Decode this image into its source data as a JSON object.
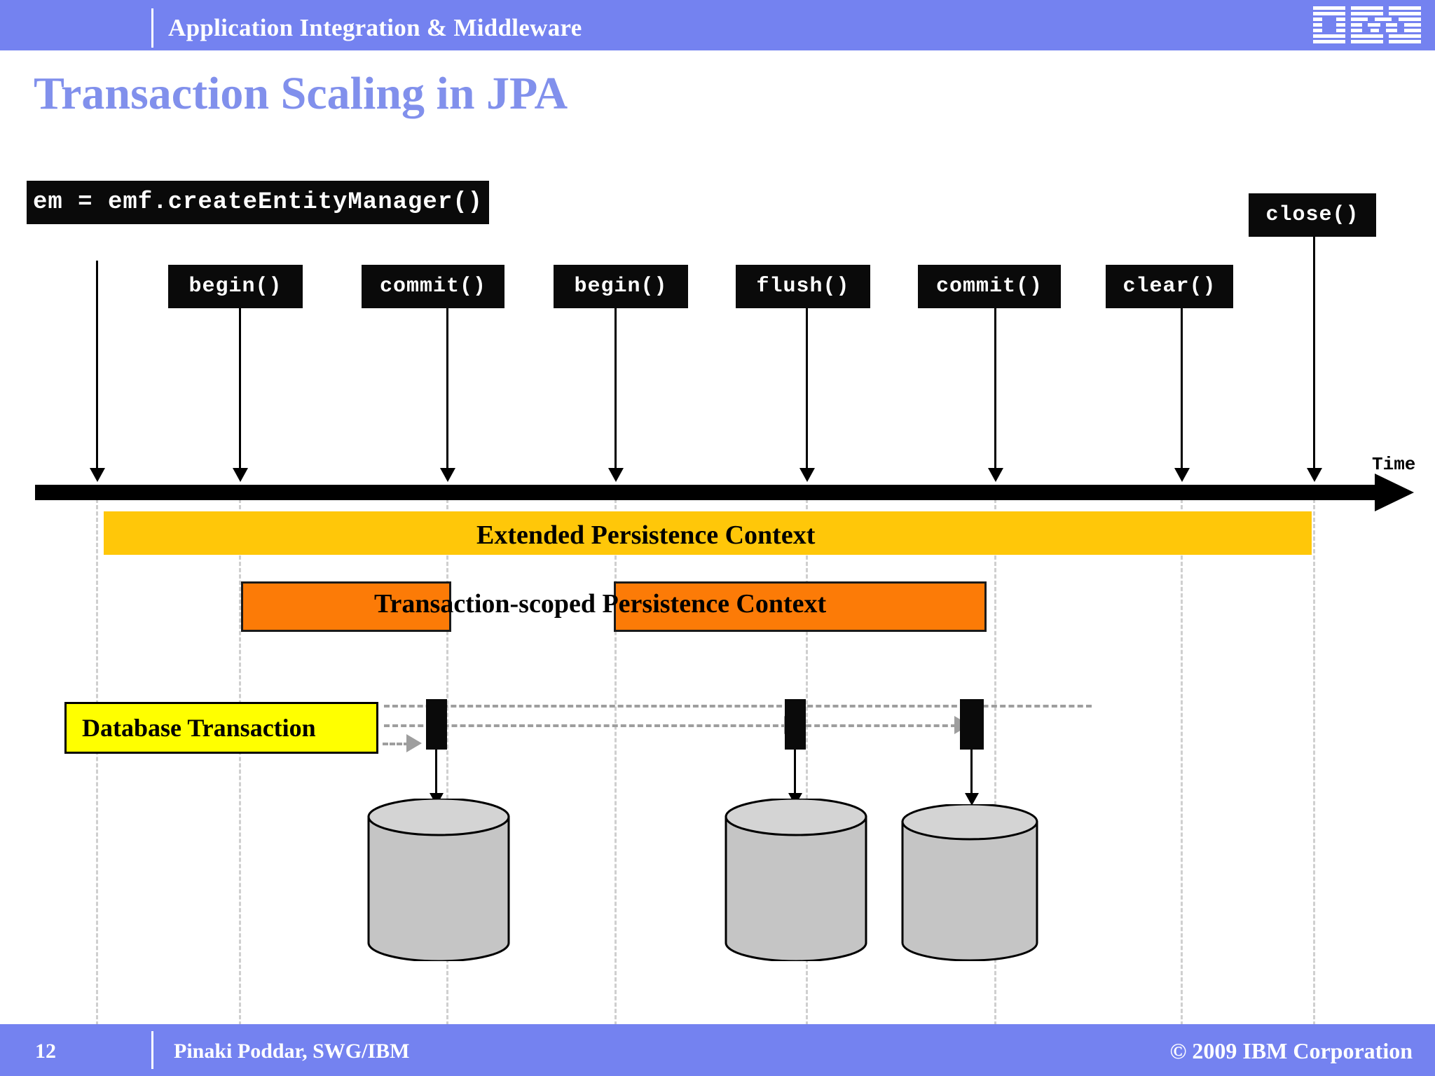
{
  "header": {
    "title": "Application Integration & Middleware",
    "logo": "ibm-logo"
  },
  "slide": {
    "title": "Transaction Scaling in JPA"
  },
  "colors": {
    "header_blue": "#7482f0",
    "title_blue": "#8190ec",
    "code_box_bg": "#0a0a0a",
    "code_box_text": "#ffffff",
    "extended_context_bar": "#ffc709",
    "transaction_context_bar": "#fc7b07",
    "database_transaction_label": "#ffff00",
    "cylinder_fill": "#c5c5c5",
    "guide_line": "#cfcfcf",
    "connector": "#9e9e9e"
  },
  "diagram": {
    "axis_label": "Time",
    "create_call": "em = emf.createEntityManager()",
    "close_call": "close()",
    "events": [
      {
        "label": "begin()"
      },
      {
        "label": "commit()"
      },
      {
        "label": "begin()"
      },
      {
        "label": "flush()"
      },
      {
        "label": "commit()"
      },
      {
        "label": "clear()"
      }
    ],
    "bars": [
      {
        "name": "extended",
        "label": "Extended Persistence Context"
      },
      {
        "name": "transaction-scoped",
        "label": "Transaction-scoped Persistence Context"
      }
    ],
    "db_transaction_label": "Database Transaction",
    "databases": [
      {
        "name": "database-1"
      },
      {
        "name": "database-2"
      },
      {
        "name": "database-3"
      }
    ]
  },
  "footer": {
    "page_number": "12",
    "author": "Pinaki Poddar, SWG/IBM",
    "copyright": "© 2009 IBM Corporation"
  }
}
